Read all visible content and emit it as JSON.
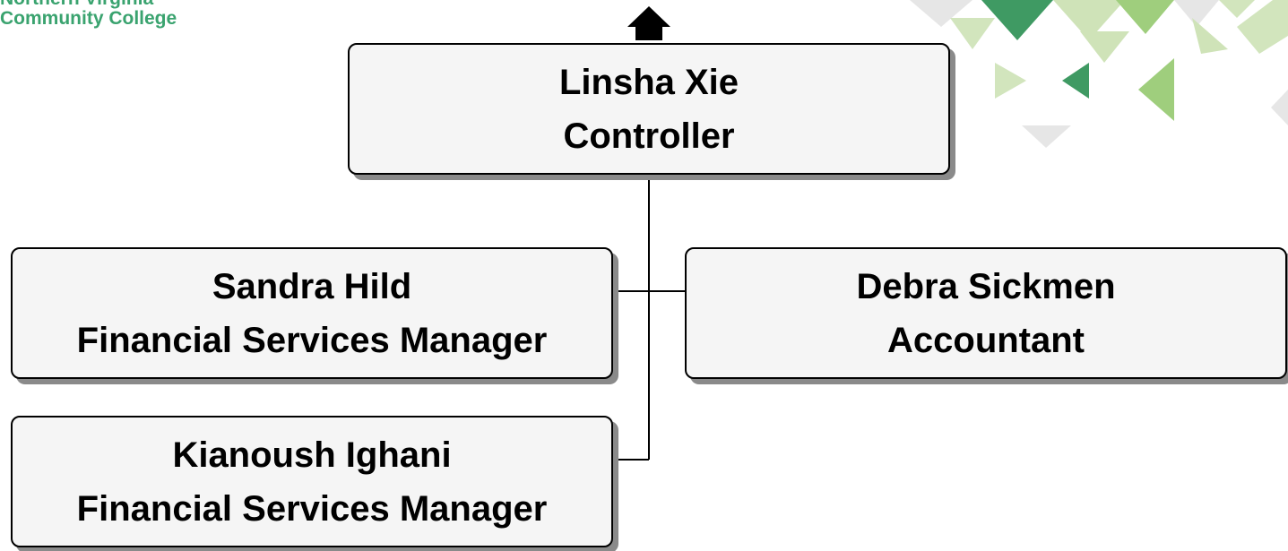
{
  "logo": {
    "line1": "Northern Virginia",
    "line2": "Community College"
  },
  "org_chart": {
    "root": {
      "name": "Linsha Xie",
      "title": "Controller"
    },
    "reports": [
      {
        "name": "Sandra Hild",
        "title": "Financial Services Manager"
      },
      {
        "name": "Debra Sickmen",
        "title": "Accountant"
      },
      {
        "name": "Kianoush Ighani",
        "title": "Financial Services Manager"
      }
    ]
  },
  "colors": {
    "logo_green": "#3aa36f",
    "box_fill": "#f5f5f5",
    "box_shadow": "#8a8a8a",
    "deco_light_green": "#cfe3b8",
    "deco_mid_green": "#9fce7d",
    "deco_dark_green": "#3f9a63",
    "deco_grey": "#e3e3e3"
  },
  "icons": {
    "up_arrow": "up-arrow-icon"
  }
}
